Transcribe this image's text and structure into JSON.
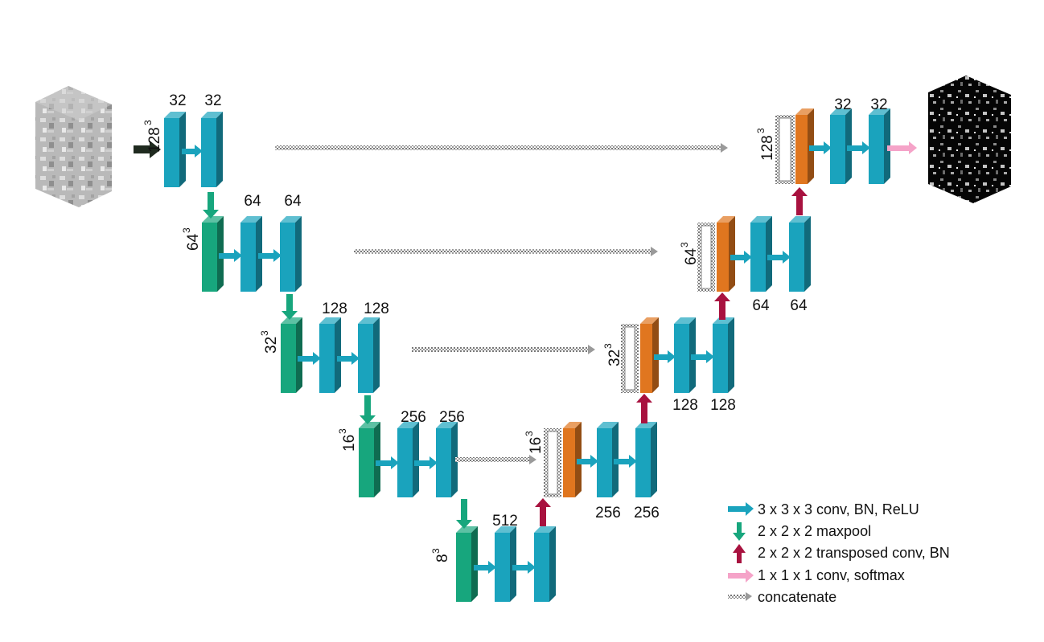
{
  "colors": {
    "conv": "#1aa3bd",
    "pool": "#17a67d",
    "upconv": "#a8123f",
    "final": "#f5a3c8",
    "concat": "#9a9a9a",
    "deconv_block": "#e0761f"
  },
  "encoder": {
    "level1": {
      "dim": "128",
      "exp": "3",
      "c1": "32",
      "c2": "32"
    },
    "level2": {
      "dim": "64",
      "exp": "3",
      "c1": "64",
      "c2": "64"
    },
    "level3": {
      "dim": "32",
      "exp": "3",
      "c1": "128",
      "c2": "128"
    },
    "level4": {
      "dim": "16",
      "exp": "3",
      "c1": "256",
      "c2": "256"
    },
    "bottleneck": {
      "dim": "8",
      "exp": "3",
      "c1": "512"
    }
  },
  "decoder": {
    "level4": {
      "dim": "16",
      "exp": "3",
      "c1": "256",
      "c2": "256"
    },
    "level3": {
      "dim": "32",
      "exp": "3",
      "c1": "128",
      "c2": "128"
    },
    "level2": {
      "dim": "64",
      "exp": "3",
      "c1": "64",
      "c2": "64"
    },
    "level1": {
      "dim": "128",
      "exp": "3",
      "c1": "32",
      "c2": "32"
    }
  },
  "legend": [
    {
      "icon": "conv-arrow-icon",
      "label": "3 x 3 x 3 conv, BN, ReLU"
    },
    {
      "icon": "maxpool-arrow-icon",
      "label": "2 x 2 x 2 maxpool"
    },
    {
      "icon": "upconv-arrow-icon",
      "label": "2 x 2 x 2 transposed conv, BN"
    },
    {
      "icon": "final-conv-arrow-icon",
      "label": "1 x 1 x 1 conv, softmax"
    },
    {
      "icon": "concat-arrow-icon",
      "label": "concatenate"
    }
  ]
}
